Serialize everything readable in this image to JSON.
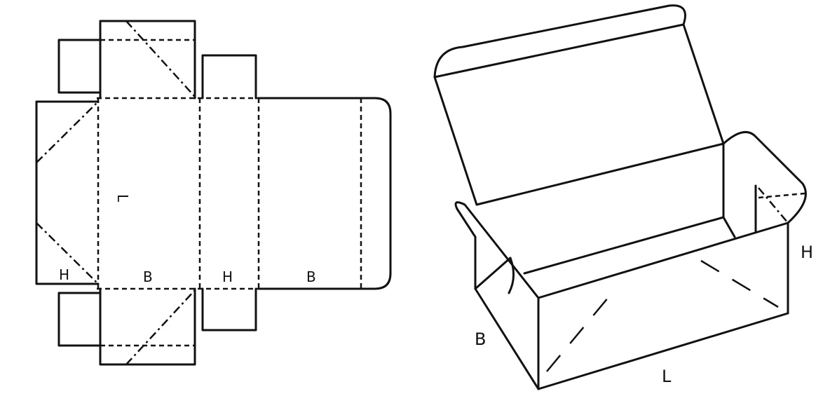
{
  "net": {
    "label_length": "L",
    "label_height_1": "H",
    "label_width_1": "B",
    "label_height_2": "H",
    "label_width_2": "B"
  },
  "box": {
    "label_height": "H",
    "label_width": "B",
    "label_length": "L"
  },
  "colors": {
    "line": "#111111",
    "background": "#ffffff"
  }
}
